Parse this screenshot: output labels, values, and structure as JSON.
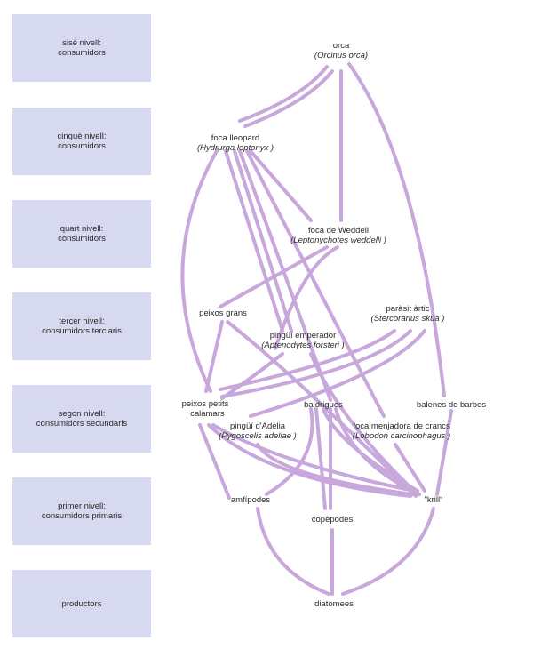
{
  "levels": [
    {
      "line1": "sisè nivell:",
      "line2": "consumidors"
    },
    {
      "line1": "cinquè nivell:",
      "line2": "consumidors"
    },
    {
      "line1": "quart nivell:",
      "line2": "consumidors"
    },
    {
      "line1": "tercer nivell:",
      "line2": "consumidors terciaris"
    },
    {
      "line1": "segon nivell:",
      "line2": "consumidors secundaris"
    },
    {
      "line1": "primer nivell:",
      "line2": "consumidors primaris"
    },
    {
      "line1": "productors",
      "line2": ""
    }
  ],
  "nodes": {
    "orca": {
      "name": "orca",
      "sci": "(Orcinus orca)"
    },
    "foca_lleopard": {
      "name": "foca lleopard",
      "sci": "(Hydrurga leptonyx )"
    },
    "foca_weddell": {
      "name": "foca de Weddell",
      "sci": "(Leptonychotes weddelli )"
    },
    "peixos_grans": {
      "name": "peixos grans",
      "sci": ""
    },
    "paraasit": {
      "name": "paràsit àrtic",
      "sci": "(Stercorarius skua )"
    },
    "pingui_emperador": {
      "name": "pingüí emperador",
      "sci": "(Aptenodytes forsteri )"
    },
    "peixos_petits": {
      "name": "peixos petits",
      "sci": "i calamars"
    },
    "baldrigues": {
      "name": "baldrigues",
      "sci": ""
    },
    "balenes": {
      "name": "balenes de barbes",
      "sci": ""
    },
    "pingui_adelia": {
      "name": "pingüí d'Adèlia",
      "sci": "(Pygoscelis adeliae )"
    },
    "foca_crancs": {
      "name": "foca menjadora de crancs",
      "sci": "(Lobodon carcinophagus )"
    },
    "amfipodes": {
      "name": "amfípodes",
      "sci": ""
    },
    "krill": {
      "name": "\"krill\"",
      "sci": ""
    },
    "copepodes": {
      "name": "copèpodes",
      "sci": ""
    },
    "diatomees": {
      "name": "diatomees",
      "sci": ""
    }
  },
  "colors": {
    "link": "#c8a8dc",
    "level_box": "#d6d9ef"
  }
}
